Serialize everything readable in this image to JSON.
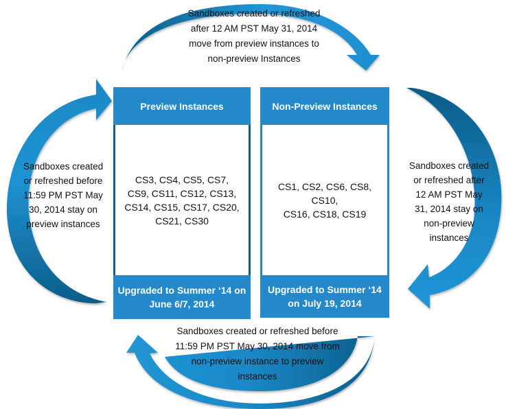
{
  "colors": {
    "box_fill": "#2389cb",
    "left_border": "#0e5f8c",
    "arrow_light": "#1f93d3",
    "arrow_dark": "#0b5d88"
  },
  "arrows": {
    "top": {
      "label": "Sandboxes created or refreshed after 12 AM PST May 31, 2014 move from preview instances to non-preview Instances",
      "direction": "preview-to-non-preview"
    },
    "right": {
      "label": "Sandboxes created or refreshed after 12 AM PST May 31, 2014 stay on non-preview instances",
      "direction": "loop-on-non-preview"
    },
    "bottom": {
      "label": "Sandboxes created or refreshed before 11:59 PM PST May 30, 2014 move from non-preview instance to preview instances",
      "direction": "non-preview-to-preview"
    },
    "left": {
      "label": "Sandboxes created or refreshed before 11:59 PM PST May 30, 2014 stay on preview instances",
      "direction": "loop-on-preview"
    }
  },
  "labels": {
    "top": [
      "Sandboxes created or refreshed",
      "after 12 AM PST May 31, 2014",
      "move from preview instances to",
      "non-preview Instances"
    ],
    "bottom": [
      "Sandboxes created or refreshed before",
      "11:59 PM PST May 30, 2014 move from",
      "non-preview instance to preview",
      "instances"
    ],
    "left": [
      "Sandboxes created",
      "or refreshed before",
      "11:59 PM PST May",
      "30, 2014 stay on",
      "preview instances"
    ],
    "right": [
      "Sandboxes created",
      "or refreshed after",
      "12 AM PST May",
      "31, 2014 stay on",
      "non-preview",
      "instances"
    ]
  },
  "preview": {
    "title": "Preview Instances",
    "instances_lines": [
      "CS3, CS4, CS5, CS7,",
      "CS9, CS11, CS12, CS13,",
      "CS14, CS15, CS17, CS20,",
      "CS21, CS30"
    ],
    "instances": [
      "CS3",
      "CS4",
      "CS5",
      "CS7",
      "CS9",
      "CS11",
      "CS12",
      "CS13",
      "CS14",
      "CS15",
      "CS17",
      "CS20",
      "CS21",
      "CS30"
    ],
    "footer_lines": [
      "Upgraded to Summer ‘14 on",
      "June 6/7, 2014"
    ]
  },
  "non_preview": {
    "title": "Non-Preview Instances",
    "instances_lines": [
      "CS1, CS2, CS6, CS8, CS10,",
      "CS16, CS18, CS19"
    ],
    "instances": [
      "CS1",
      "CS2",
      "CS6",
      "CS8",
      "CS10",
      "CS16",
      "CS18",
      "CS19"
    ],
    "footer_lines": [
      "Upgraded to Summer ‘14",
      "on July 19, 2014"
    ]
  }
}
